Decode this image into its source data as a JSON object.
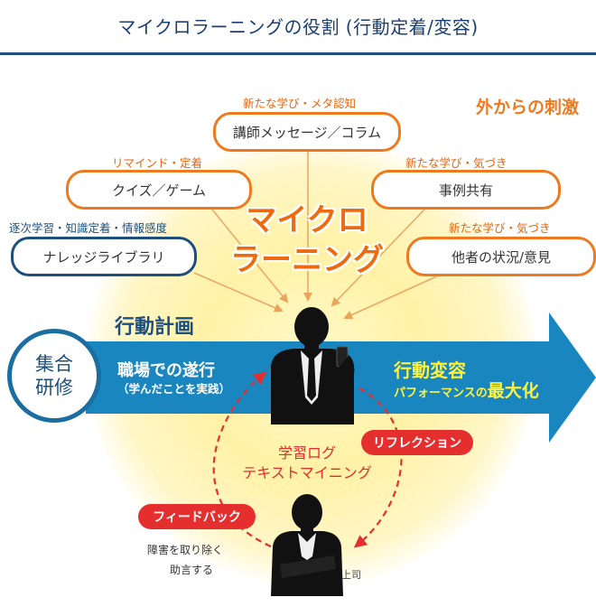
{
  "title": "マイクロラーニングの役割 (行動定着/変容)",
  "outside_stimulus": "外からの刺激",
  "microlearning": {
    "line1": "マイクロ",
    "line2": "ラーニング"
  },
  "top_box": {
    "caption": "新たな学び・メタ認知",
    "label": "講師メッセージ／コラム"
  },
  "quiz_box": {
    "caption": "リマインド・定着",
    "label": "クイズ／ゲーム"
  },
  "case_box": {
    "caption": "新たな学び・気づき",
    "label": "事例共有"
  },
  "knowledge_box": {
    "caption": "逐次学習・知識定着・情報感度",
    "label": "ナレッジライブラリ"
  },
  "others_box": {
    "caption": "新たな学び・気づき",
    "label": "他者の状況/意見"
  },
  "action_plan": "行動計画",
  "group_training": {
    "line1": "集合",
    "line2": "研修"
  },
  "workplace": {
    "line1": "職場での遂行",
    "line2": "（学んだことを実践）"
  },
  "behavior_change": {
    "line1": "行動変容",
    "line2_prefix": "パフォーマンスの",
    "line2_emph": "最大化"
  },
  "learning_log": {
    "line1": "学習ログ",
    "line2": "テキストマイニング"
  },
  "reflection": "リフレクション",
  "feedback": "フィードバック",
  "advice": {
    "line1": "障害を取り除く",
    "line2": "助言する"
  },
  "boss": "上司",
  "colors": {
    "navy": "#1c4f7d",
    "orange": "#ee7a1f",
    "arrow_blue": "#1a86bf",
    "red": "#e52f2f",
    "yellow_text": "#fff23a",
    "glow": "#fff2a6"
  }
}
